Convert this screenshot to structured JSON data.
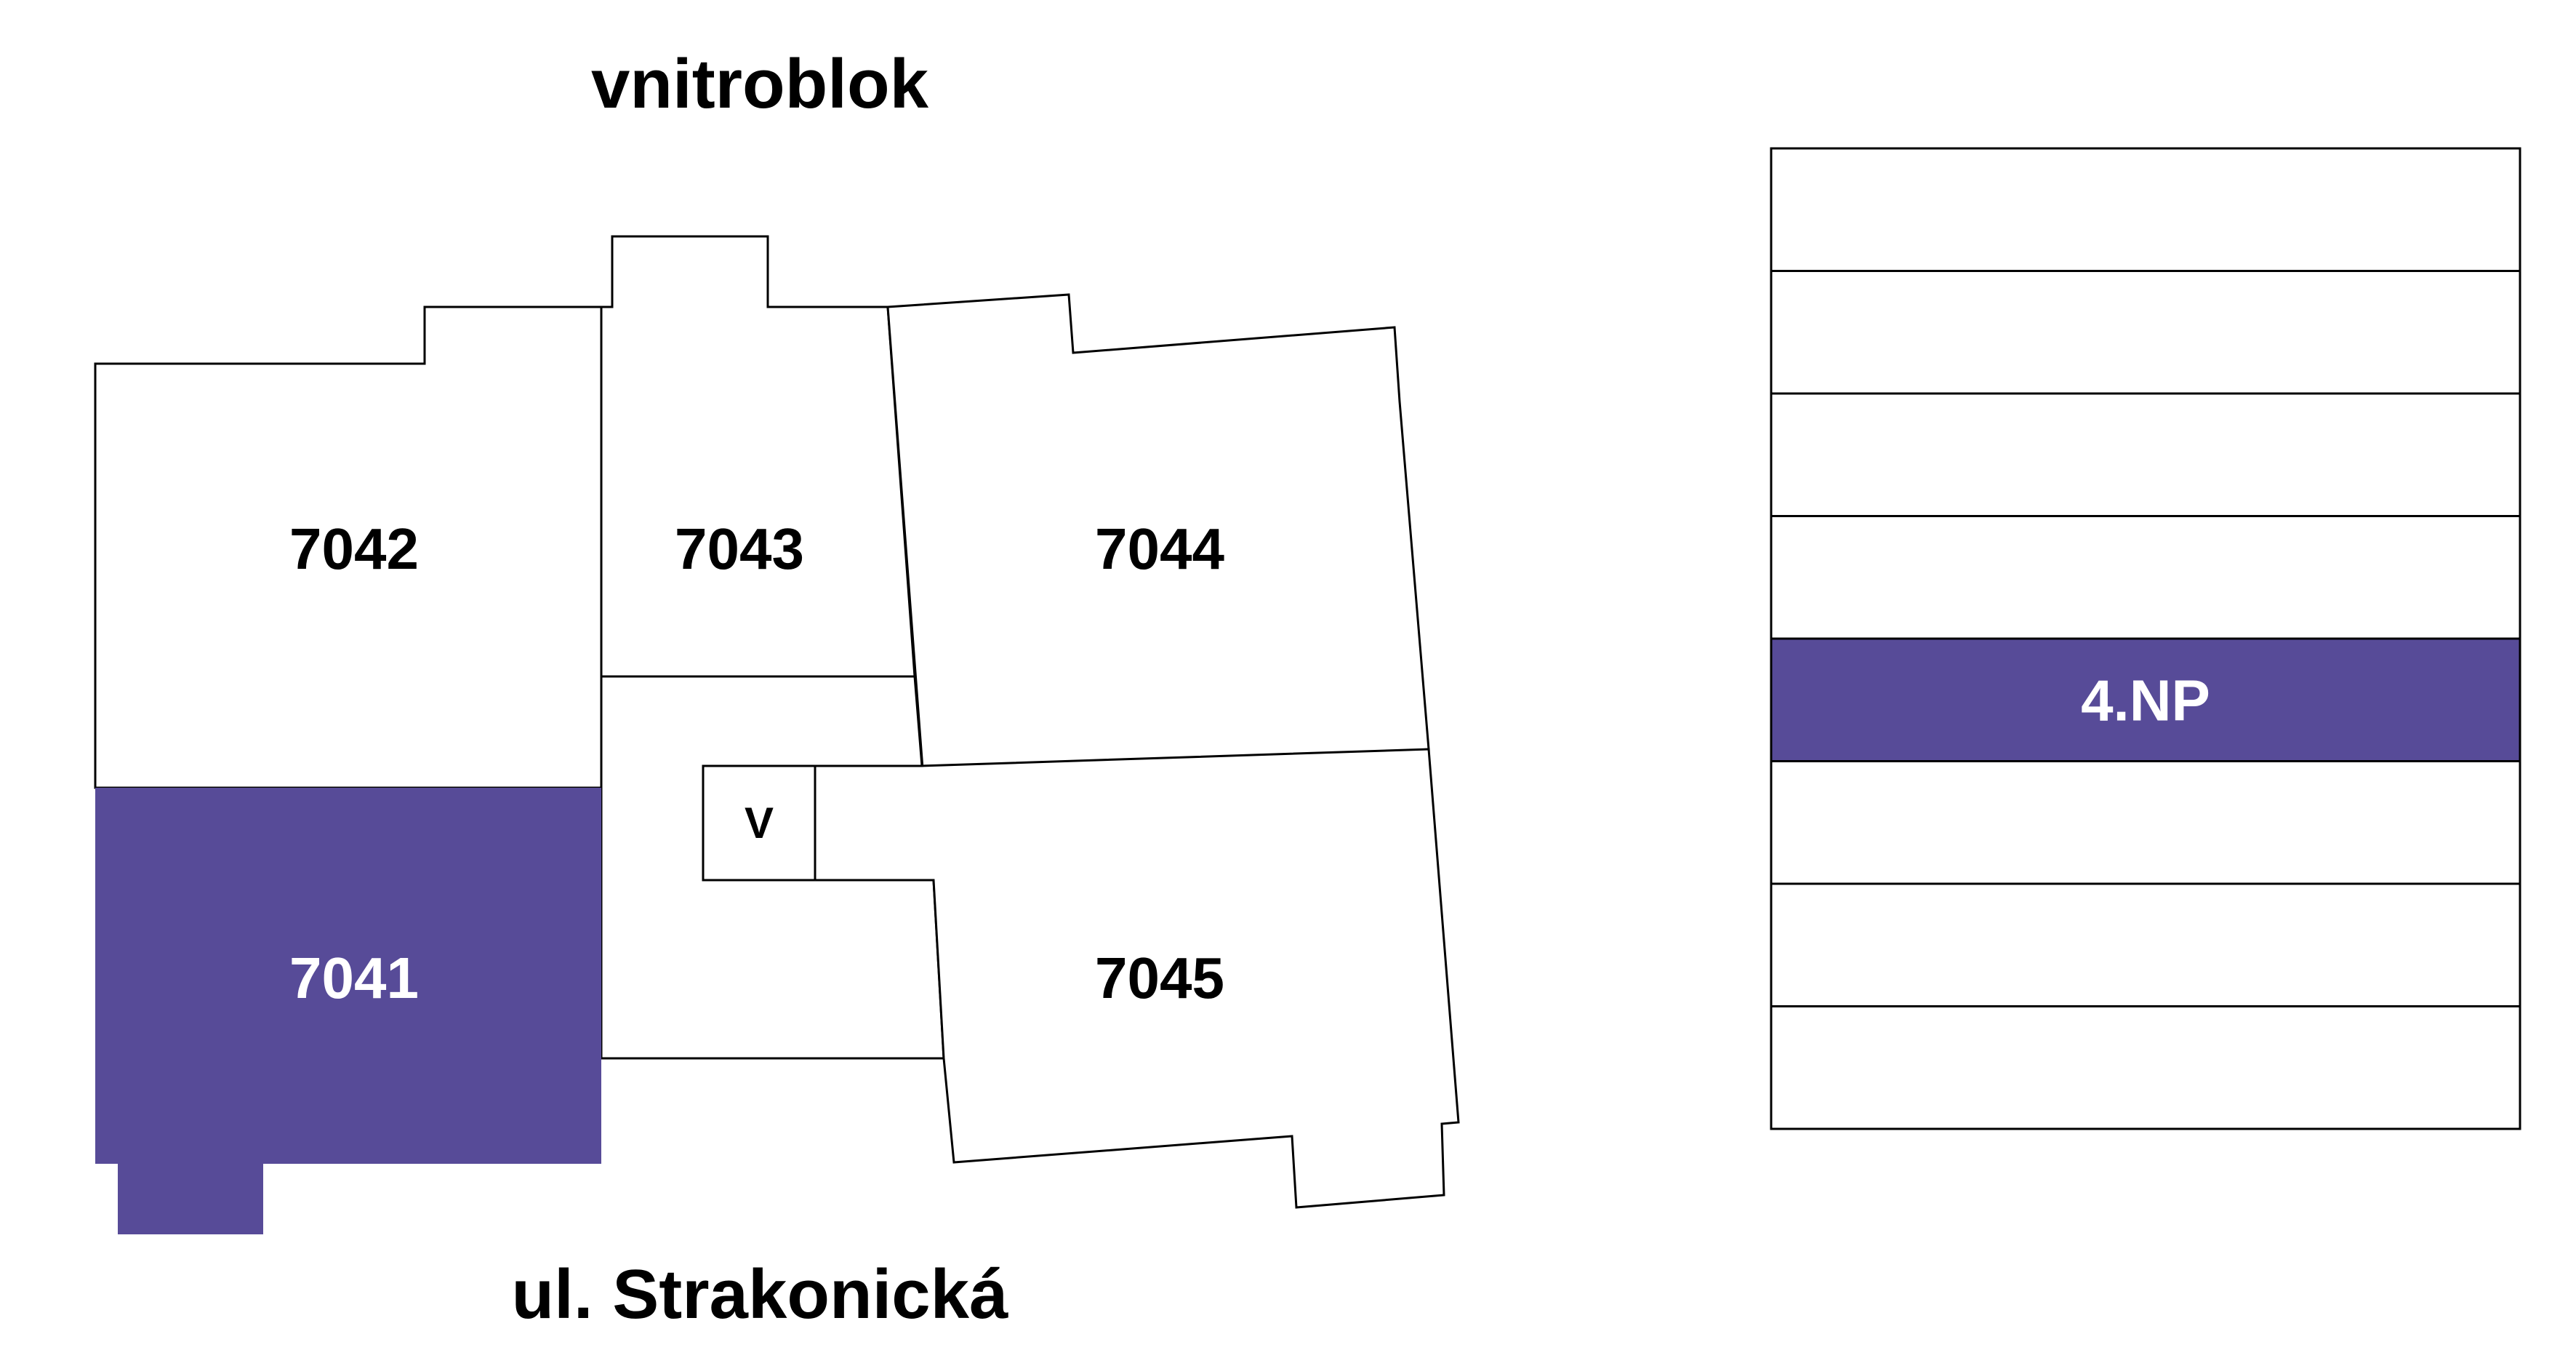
{
  "plan": {
    "top_label": "vnitroblok",
    "bottom_label": "ul. Strakonická",
    "units": [
      {
        "id": "7042",
        "label": "7042",
        "selected": false
      },
      {
        "id": "7043",
        "label": "7043",
        "selected": false
      },
      {
        "id": "7044",
        "label": "7044",
        "selected": false
      },
      {
        "id": "7041",
        "label": "7041",
        "selected": true
      },
      {
        "id": "7045",
        "label": "7045",
        "selected": false
      }
    ],
    "elevator_label": "V"
  },
  "floors": {
    "items": [
      {
        "label": "",
        "selected": false
      },
      {
        "label": "",
        "selected": false
      },
      {
        "label": "",
        "selected": false
      },
      {
        "label": "",
        "selected": false
      },
      {
        "label": "4.NP",
        "selected": true
      },
      {
        "label": "",
        "selected": false
      },
      {
        "label": "",
        "selected": false
      },
      {
        "label": "",
        "selected": false
      }
    ]
  },
  "colors": {
    "accent": "#574B98",
    "stroke": "#000000",
    "background": "#FFFFFF",
    "text_dark": "#000000",
    "text_light": "#FFFFFF"
  }
}
